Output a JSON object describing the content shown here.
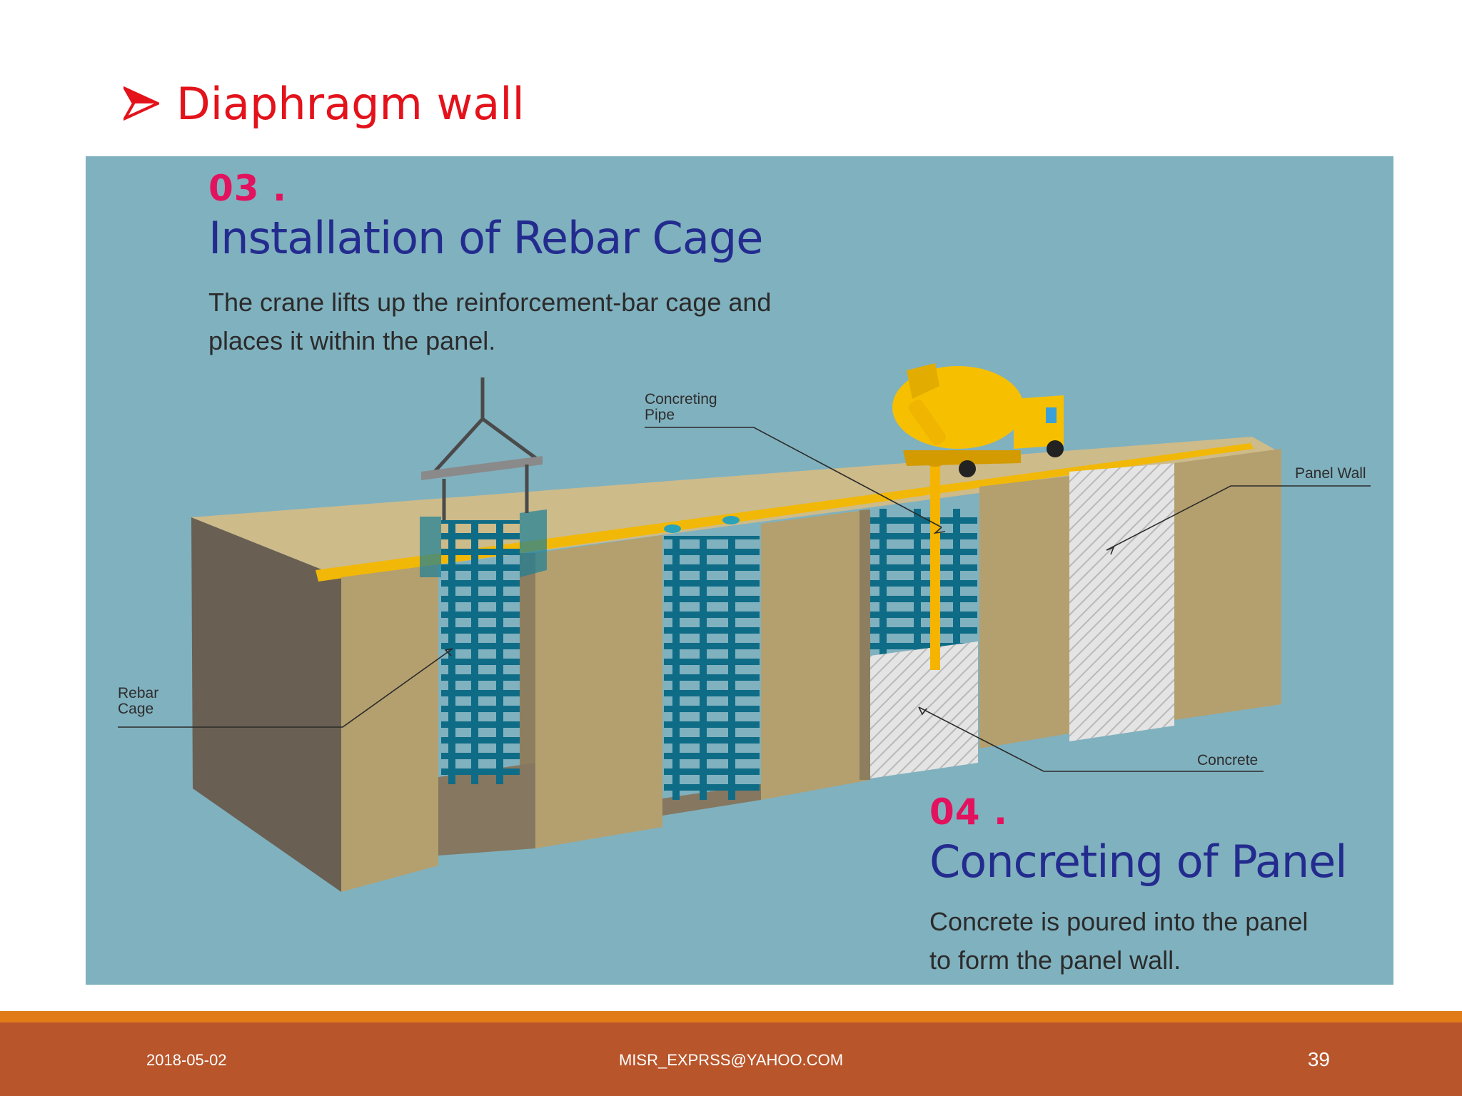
{
  "slide": {
    "title": "Diaphragm wall",
    "bullet_icon": "arrowhead-bullet-icon",
    "accent_color": "#e3121b"
  },
  "figure": {
    "background_color": "#80b1bf",
    "step3": {
      "number": "03 .",
      "title": "Installation of Rebar Cage",
      "description": "The crane lifts up the reinforcement-bar cage and places it within the panel."
    },
    "step4": {
      "number": "04 .",
      "title": "Concreting of Panel",
      "description": "Concrete is poured into the panel to form the panel wall."
    },
    "labels": {
      "concreting_pipe": "Concreting Pipe",
      "panel_wall": "Panel Wall",
      "rebar_cage": "Rebar Cage",
      "concrete": "Concrete"
    },
    "illustration_icons": [
      "crane-hook-icon",
      "rebar-cage-icon",
      "concrete-mixer-truck-icon",
      "concreting-pipe-icon"
    ]
  },
  "footer": {
    "date": "2018-05-02",
    "email": "MISR_EXPRSS@YAHOO.COM",
    "page_number": "39",
    "band_color": "#b8552b",
    "line_color": "#e07b18"
  }
}
